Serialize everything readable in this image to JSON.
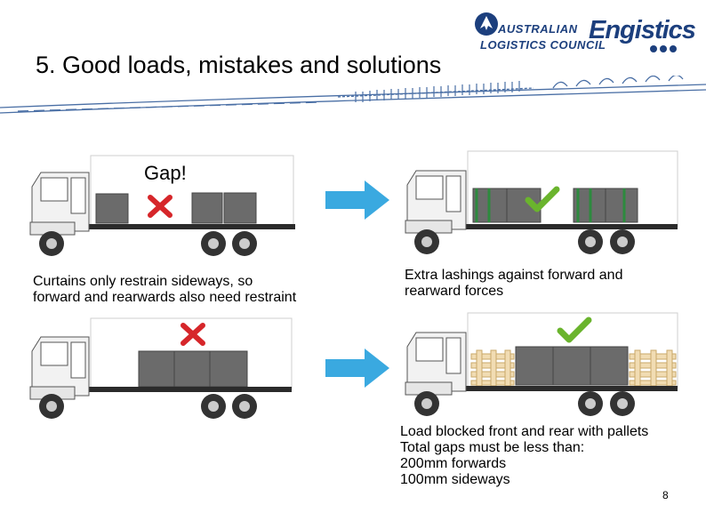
{
  "header": {
    "title": "5. Good loads, mistakes and solutions",
    "logo_alc_line1": "AUSTRALIAN",
    "logo_alc_line2": "LOGISTICS COUNCIL",
    "logo_engistics": "Engistics"
  },
  "panels": {
    "top_left_label": "Gap!",
    "bottom_left_caption_line1": "Curtains only restrain sideways, so",
    "bottom_left_caption_line2": "forward and rearwards also need restraint",
    "top_right_caption_line1": "Extra lashings against forward and",
    "top_right_caption_line2": "rearward forces",
    "bottom_right_caption_lines": [
      "Load blocked front and rear with pallets",
      "Total gaps must be less than:",
      "200mm forwards",
      "100mm sideways"
    ]
  },
  "footer": {
    "page_number": "8"
  },
  "colors": {
    "brand_blue": "#1c3f7d",
    "arrow_blue": "#3aa9e0",
    "cross_red": "#d6262a",
    "check_green": "#6ab42d",
    "cargo_grey": "#6b6b6b"
  },
  "icons": [
    "red-cross-icon",
    "green-check-icon",
    "right-arrow-icon"
  ]
}
